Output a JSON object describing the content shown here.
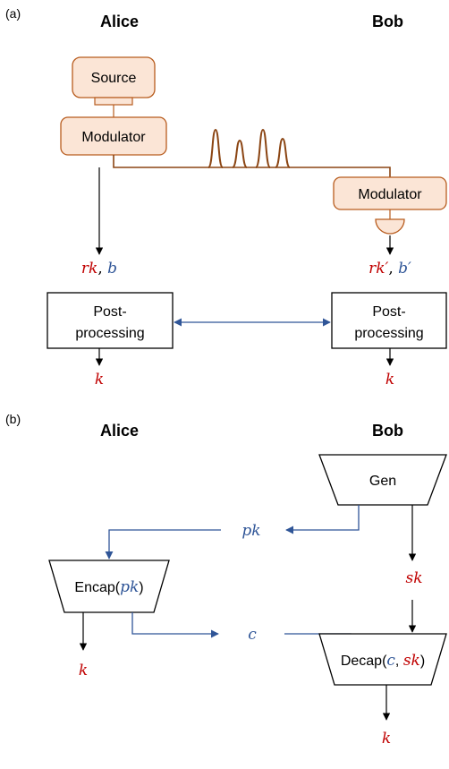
{
  "panel_a": {
    "label": "(a)",
    "alice": "Alice",
    "bob": "Bob",
    "source": "Source",
    "modulator_alice": "Modulator",
    "modulator_bob": "Modulator",
    "alice_vars": {
      "rk": "rk",
      "sep": ",",
      "b": "b"
    },
    "bob_vars": {
      "rk": "rk′",
      "sep": ",",
      "b": "b′"
    },
    "post_line1": "Post-",
    "post_line2": "processing",
    "key": "k"
  },
  "panel_b": {
    "label": "(b)",
    "alice": "Alice",
    "bob": "Bob",
    "gen": "Gen",
    "pk": "pk",
    "sk": "sk",
    "c": "c",
    "key": "k",
    "encap": {
      "name": "Encap(",
      "pk": "pk",
      "close": ")"
    },
    "decap": {
      "name": "Decap(",
      "c": "c",
      "sep": ", ",
      "sk": "sk",
      "close": ")"
    }
  },
  "colors": {
    "red": "#c00000",
    "blue": "#2f5597",
    "box_fill": "#fbe5d6",
    "box_stroke": "#b85c1e",
    "fiber": "#8b4513"
  }
}
